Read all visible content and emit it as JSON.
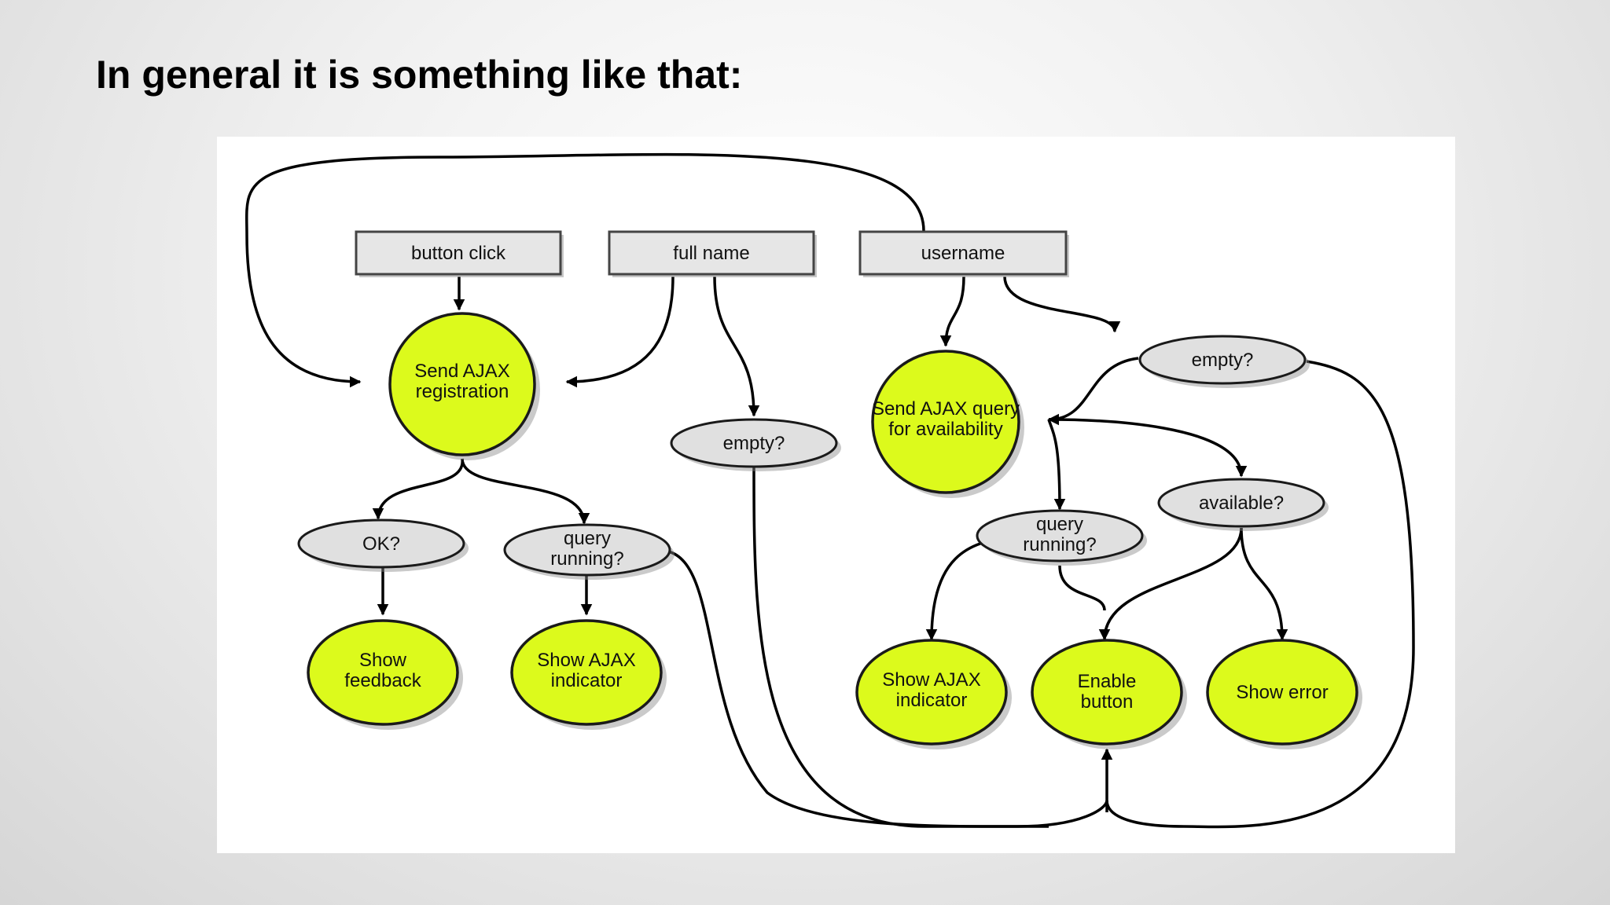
{
  "title": "In general it is something like that:",
  "diagram": {
    "inputs": {
      "button_click": "button click",
      "full_name": "full name",
      "username": "username"
    },
    "actions": {
      "send_ajax_registration": [
        "Send AJAX",
        "registration"
      ],
      "send_ajax_query": [
        "Send AJAX query",
        "for availability"
      ],
      "show_feedback": [
        "Show",
        "feedback"
      ],
      "show_ajax_indicator_left": [
        "Show AJAX",
        "indicator"
      ],
      "show_ajax_indicator_right": [
        "Show AJAX",
        "indicator"
      ],
      "enable_button": [
        "Enable",
        "button"
      ],
      "show_error": [
        "Show error"
      ]
    },
    "conditions": {
      "ok": [
        "OK?"
      ],
      "query_running_left": [
        "query",
        "running?"
      ],
      "empty_fullname": [
        "empty?"
      ],
      "empty_username": [
        "empty?"
      ],
      "query_running_right": [
        "query",
        "running?"
      ],
      "available": [
        "available?"
      ]
    },
    "colors": {
      "action_fill": "#dcfa1c",
      "condition_fill": "#e0e0e0",
      "input_fill": "#e6e6e6"
    }
  }
}
